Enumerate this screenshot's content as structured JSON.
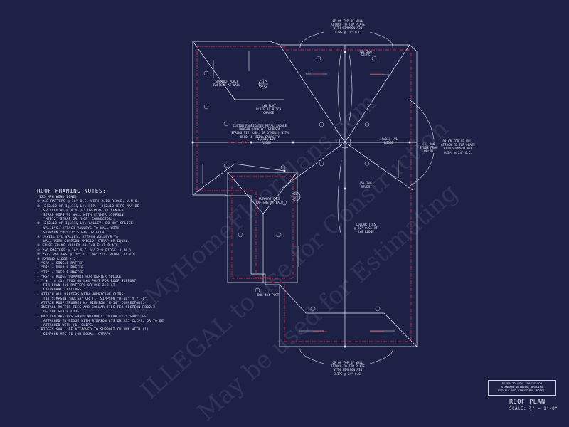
{
  "notes": {
    "title": "ROOF FRAMING NOTES:",
    "lines": [
      "(125 MPH WIND ZONE)",
      "① 2x8 RAFTERS @ 16\" O.C. WITH 2x10 RIDGE, U.N.O.",
      "② (2)2x10 OR 1¾x11⅞ LVL HIP. (2)2x10 HIPS MAY BE",
      "   SPLICED WITH A 4'-0\" OVERLAP AT CENTER",
      "   STRAP HIPS TO WALL WITH EITHER SIMPSON",
      "   \"MTS12\" STRAP OR \"HCP\" CONNECTORS.",
      "③ (2)2x10 OR 1¾x11⅞ LVL VALLEY. DO NOT SPLICE",
      "   VALLEYS. ATTACH VALLEYS TO WALL WITH",
      "   SIMPSON \"MTS12\" STRAP OR EQUAL.",
      "④ 1¾x11⅞ LVL VALLEY. ATTACH VALLEYS TO",
      "   WALL WITH SIMPSON \"MTS12\" STRAP OR EQUAL.",
      "⑤ FALSE FRAME VALLEY ON 2x8 FLAT PLATE",
      "⑥ 2x6 RAFTERS @ 16\" O.C. W/ 2x8 RIDGE, U.N.O.",
      "⑦ 2x12 RAFTERS @ 16\" O.C. W/ 2x12 RIDGE, U.N.O.",
      "⑧ EXTEND RIDGE + 5'",
      "- \"SR\" = SINGLE RAFTER",
      "- \"DR\" = DOUBLE RAFTER",
      "- \"TR\" = TRIPLE RAFTER",
      "- \"RS\" = RIDGE SUPPORT FOR RAFTER SPLICE",
      "- \" ✱ \" = (1) STUD OR 4x4 POST FOR ROOF SUPPORT",
      "   FIR DOWN 2x6 RAFTERS OR USE 2x8 AT",
      "   CATHEDRAL CEILINGS",
      "- ATTACH ALL RAFTERS WITH HURRICANE CLIPS:",
      "   (1) SIMPSON \"H2.5A\" OR (1) SIMPSON \"H-10\" @ 7'-1\"",
      "- ATTACH ROOF TRUSSES W/ SIMPSON \"H-14\" CONNECTORS.",
      "- INSTALL RAFTER TIES AND COLLAR TIES PER SECTION R802.3",
      "   OF THE STATE CODE.",
      "- VAULTED RAFTERS SHALL WITHOUT COLLAR TIES SHALL BE",
      "   ATTACHED TO RIDGE WITH SIMPSON LTS OR A35 CLIPS, OR TO BE",
      "   ATTACHED WITH (1) CLIPS.",
      "- RIDGES SHALL BE ATTACHED TO SUPPORT COLUMN WITH (1)",
      "   SIMPSON MTS 16 (OR EQUAL) STRAPS."
    ]
  },
  "reference_note": [
    "REFER TO \"SD\" SHEETS FOR",
    "STANDARD DETAILS, BRACING",
    "DETAILS AND STRUCTURAL NOTES."
  ],
  "plan_title": "ROOF PLAN",
  "plan_scale": "SCALE: ¼\" = 1'-0\"",
  "callouts": {
    "top_wall": [
      "OR ON TOP OF WALL",
      "ATTACH TO TOP PLATE",
      "WITH SIMPSON A34",
      "CLIPS @ 24\" O.C."
    ],
    "right_wall": [
      "OR ON TOP OF WALL",
      "ATTACH TO TOP PLATE",
      "WITH SIMPSON A34",
      "CLIPS @ 24\" O.C."
    ],
    "bottom_wall": [
      "OR ON TOP OF WALL",
      "ATTACH TO TOP PLATE",
      "WITH SIMPSON A34",
      "CLIPS @ 24\" O.C."
    ],
    "porch": [
      "SUPPORT PORCH",
      "RAFTERS AT WALL"
    ],
    "flat_plate": [
      "2x8 FLAT",
      "PLATE AT PITCH",
      "CHANGE"
    ],
    "saddle": [
      "CUSTOM FABRICATED METAL SADDLE",
      "HANGER (CONTACT SIMPSON",
      "STRONG-TIE, USP, OR OTHERS) WITH",
      "8500 lb (MIN) CAPACITY"
    ],
    "studs_top": [
      "(6) 2x6",
      "STUDS"
    ],
    "studs_mid": [
      "(6) 2x6",
      "STUDS"
    ],
    "studs_right": [
      "(4) 2x6",
      "STUDS FROM",
      "BELOW"
    ],
    "shed": [
      "SUPPORT SHED",
      "RAFTERS AT WALL"
    ],
    "collar": [
      "COLLAR TIES",
      "@ 32\" O.C. AT",
      "2x8 RIDGE"
    ],
    "lvl_ridge_left": [
      "1¾x11⅞ LVL",
      "RIDGE"
    ],
    "lvl_ridge_right": [
      "1¾x11⅞ LVL",
      "RIDGE"
    ],
    "post": "DBL 4x4 POST",
    "detail_tag": [
      "14",
      "SD3"
    ],
    "detail_tag2": [
      "15",
      "SD3"
    ]
  },
  "watermark": [
    "©MyHomeFloorPlans.com",
    "ILLEGAL to use for Construction",
    "May be used for Estimating"
  ],
  "colors": {
    "background": "#1d2145",
    "lines": "#e6e8f2",
    "walls": "#d0263a"
  }
}
